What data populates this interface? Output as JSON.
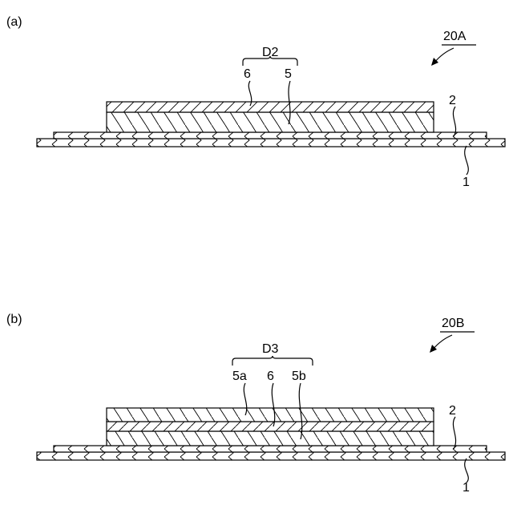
{
  "panels": [
    {
      "panel_label": "(a)",
      "ref": "20A",
      "group_label": "D2",
      "labels": {
        "layer_6": "6",
        "layer_5": "5",
        "layer_2": "2",
        "layer_1": "1"
      }
    },
    {
      "panel_label": "(b)",
      "ref": "20B",
      "group_label": "D3",
      "labels": {
        "layer_5a": "5a",
        "layer_6": "6",
        "layer_5b": "5b",
        "layer_2": "2",
        "layer_1": "1"
      }
    }
  ]
}
